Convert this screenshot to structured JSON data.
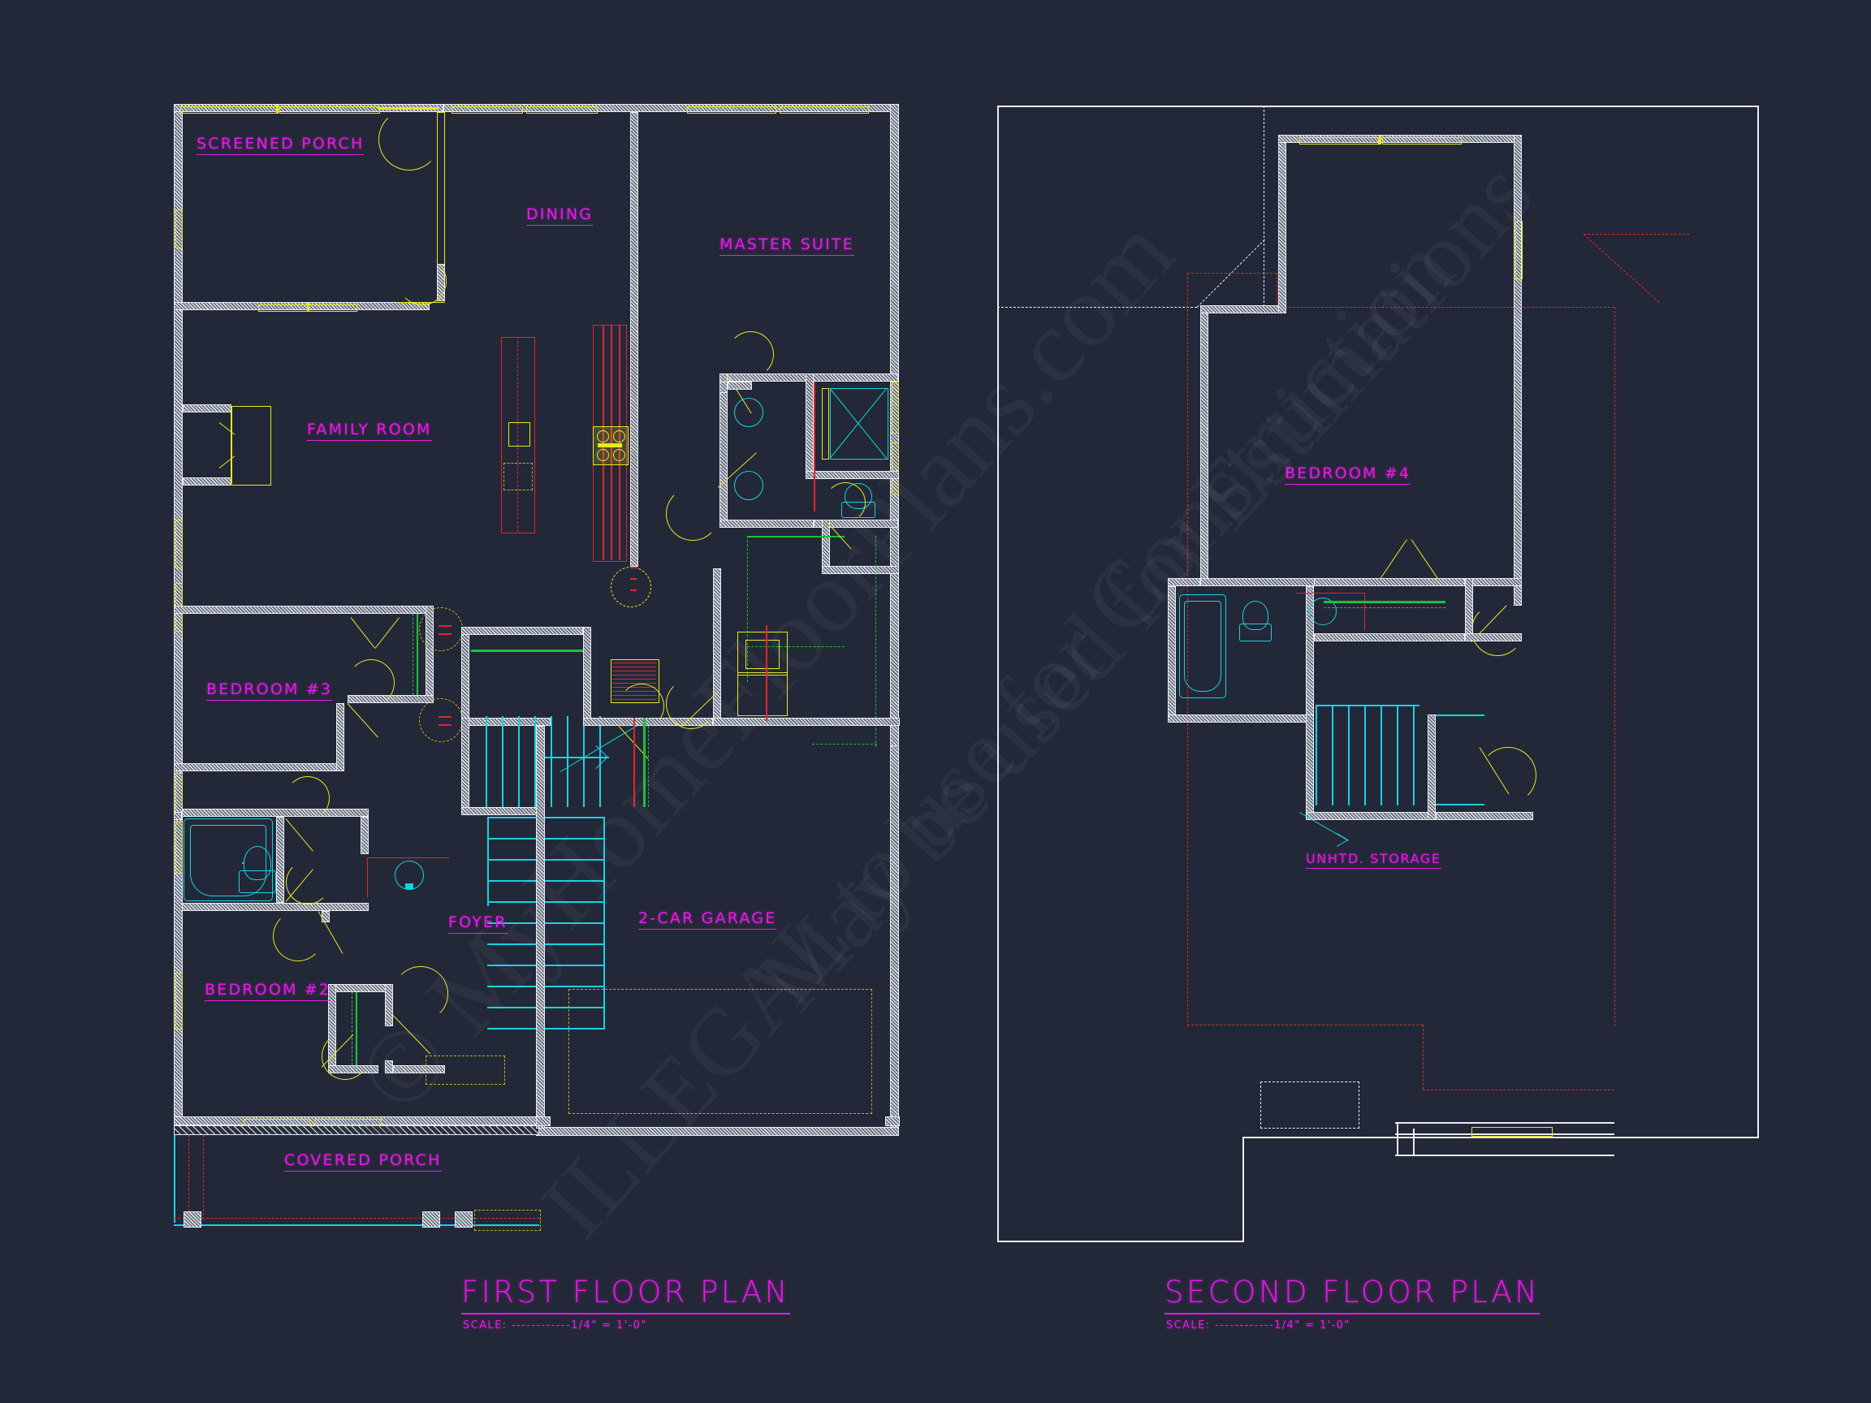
{
  "drawing": {
    "background_color": "#232838",
    "label_color": "#e51ae5",
    "wall_color": "#c9ced8",
    "window_color": "#e8e81f",
    "fixture_color": "#16d3e0",
    "cabinet_color": "#e0252b",
    "hidden_color": "#1fbf3c",
    "outline_color": "#e9ecf2"
  },
  "watermark": {
    "line1": "© MyHomeFloorPlans.com",
    "line2": "ILLEGAL to use for Construction",
    "line3": "May be used for Estimations"
  },
  "first_floor": {
    "title": "FIRST FLOOR PLAN",
    "scale": "SCALE: ------------1/4\" = 1'-0\"",
    "rooms": [
      {
        "name": "screened-porch",
        "label": "SCREENED PORCH"
      },
      {
        "name": "dining",
        "label": "DINING"
      },
      {
        "name": "master-suite",
        "label": "MASTER SUITE"
      },
      {
        "name": "family-room",
        "label": "FAMILY ROOM"
      },
      {
        "name": "bedroom-3",
        "label": "BEDROOM #3"
      },
      {
        "name": "bedroom-2",
        "label": "BEDROOM #2"
      },
      {
        "name": "foyer",
        "label": "FOYER"
      },
      {
        "name": "garage",
        "label": "2-CAR GARAGE"
      },
      {
        "name": "covered-porch",
        "label": "COVERED PORCH"
      }
    ]
  },
  "second_floor": {
    "title": "SECOND FLOOR PLAN",
    "scale": "SCALE: ------------1/4\" = 1'-0\"",
    "rooms": [
      {
        "name": "bedroom-4",
        "label": "BEDROOM #4"
      },
      {
        "name": "unheated-storage",
        "label": "UNHTD. STORAGE"
      }
    ]
  }
}
